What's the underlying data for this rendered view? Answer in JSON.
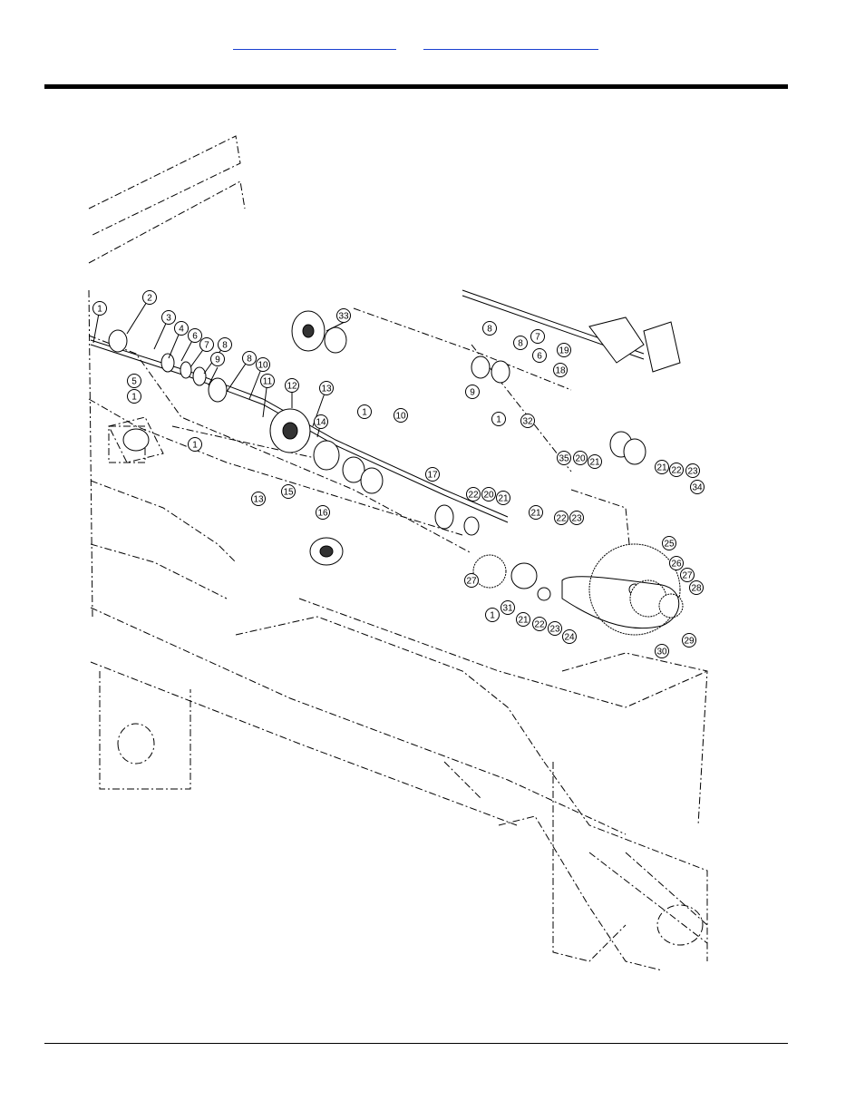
{
  "header": {
    "link_left": "",
    "link_right": ""
  },
  "diagram": {
    "callouts": [
      {
        "id": "c1a",
        "n": "1"
      },
      {
        "id": "c2",
        "n": "2"
      },
      {
        "id": "c3",
        "n": "3"
      },
      {
        "id": "c4",
        "n": "4"
      },
      {
        "id": "c6a",
        "n": "6"
      },
      {
        "id": "c7a",
        "n": "7"
      },
      {
        "id": "c8a",
        "n": "8"
      },
      {
        "id": "c5",
        "n": "5"
      },
      {
        "id": "c1b",
        "n": "1"
      },
      {
        "id": "c9a",
        "n": "9"
      },
      {
        "id": "c8b",
        "n": "8"
      },
      {
        "id": "c10a",
        "n": "10"
      },
      {
        "id": "c11",
        "n": "11"
      },
      {
        "id": "c12",
        "n": "12"
      },
      {
        "id": "c13a",
        "n": "13"
      },
      {
        "id": "c1c",
        "n": "1"
      },
      {
        "id": "c14",
        "n": "14"
      },
      {
        "id": "c1d",
        "n": "1"
      },
      {
        "id": "c10b",
        "n": "10"
      },
      {
        "id": "c13b",
        "n": "13"
      },
      {
        "id": "c15",
        "n": "15"
      },
      {
        "id": "c16",
        "n": "16"
      },
      {
        "id": "c33",
        "n": "33"
      },
      {
        "id": "c8c",
        "n": "8"
      },
      {
        "id": "c8d",
        "n": "8"
      },
      {
        "id": "c7b",
        "n": "7"
      },
      {
        "id": "c6b",
        "n": "6"
      },
      {
        "id": "c9b",
        "n": "9"
      },
      {
        "id": "c19",
        "n": "19"
      },
      {
        "id": "c18",
        "n": "18"
      },
      {
        "id": "c1e",
        "n": "1"
      },
      {
        "id": "c32",
        "n": "32"
      },
      {
        "id": "c17",
        "n": "17"
      },
      {
        "id": "c35",
        "n": "35"
      },
      {
        "id": "c20a",
        "n": "20"
      },
      {
        "id": "c21a",
        "n": "21"
      },
      {
        "id": "c21b",
        "n": "21"
      },
      {
        "id": "c22a",
        "n": "22"
      },
      {
        "id": "c23a",
        "n": "23"
      },
      {
        "id": "c34",
        "n": "34"
      },
      {
        "id": "c22b",
        "n": "22"
      },
      {
        "id": "c20b",
        "n": "20"
      },
      {
        "id": "c21c",
        "n": "21"
      },
      {
        "id": "c21d",
        "n": "21"
      },
      {
        "id": "c22c",
        "n": "22"
      },
      {
        "id": "c23b",
        "n": "23"
      },
      {
        "id": "c25",
        "n": "25"
      },
      {
        "id": "c26",
        "n": "26"
      },
      {
        "id": "c27a",
        "n": "27"
      },
      {
        "id": "c28",
        "n": "28"
      },
      {
        "id": "c27b",
        "n": "27"
      },
      {
        "id": "c31",
        "n": "31"
      },
      {
        "id": "c1f",
        "n": "1"
      },
      {
        "id": "c21e",
        "n": "21"
      },
      {
        "id": "c22d",
        "n": "22"
      },
      {
        "id": "c23c",
        "n": "23"
      },
      {
        "id": "c24",
        "n": "24"
      },
      {
        "id": "c29",
        "n": "29"
      },
      {
        "id": "c30",
        "n": "30"
      }
    ]
  }
}
